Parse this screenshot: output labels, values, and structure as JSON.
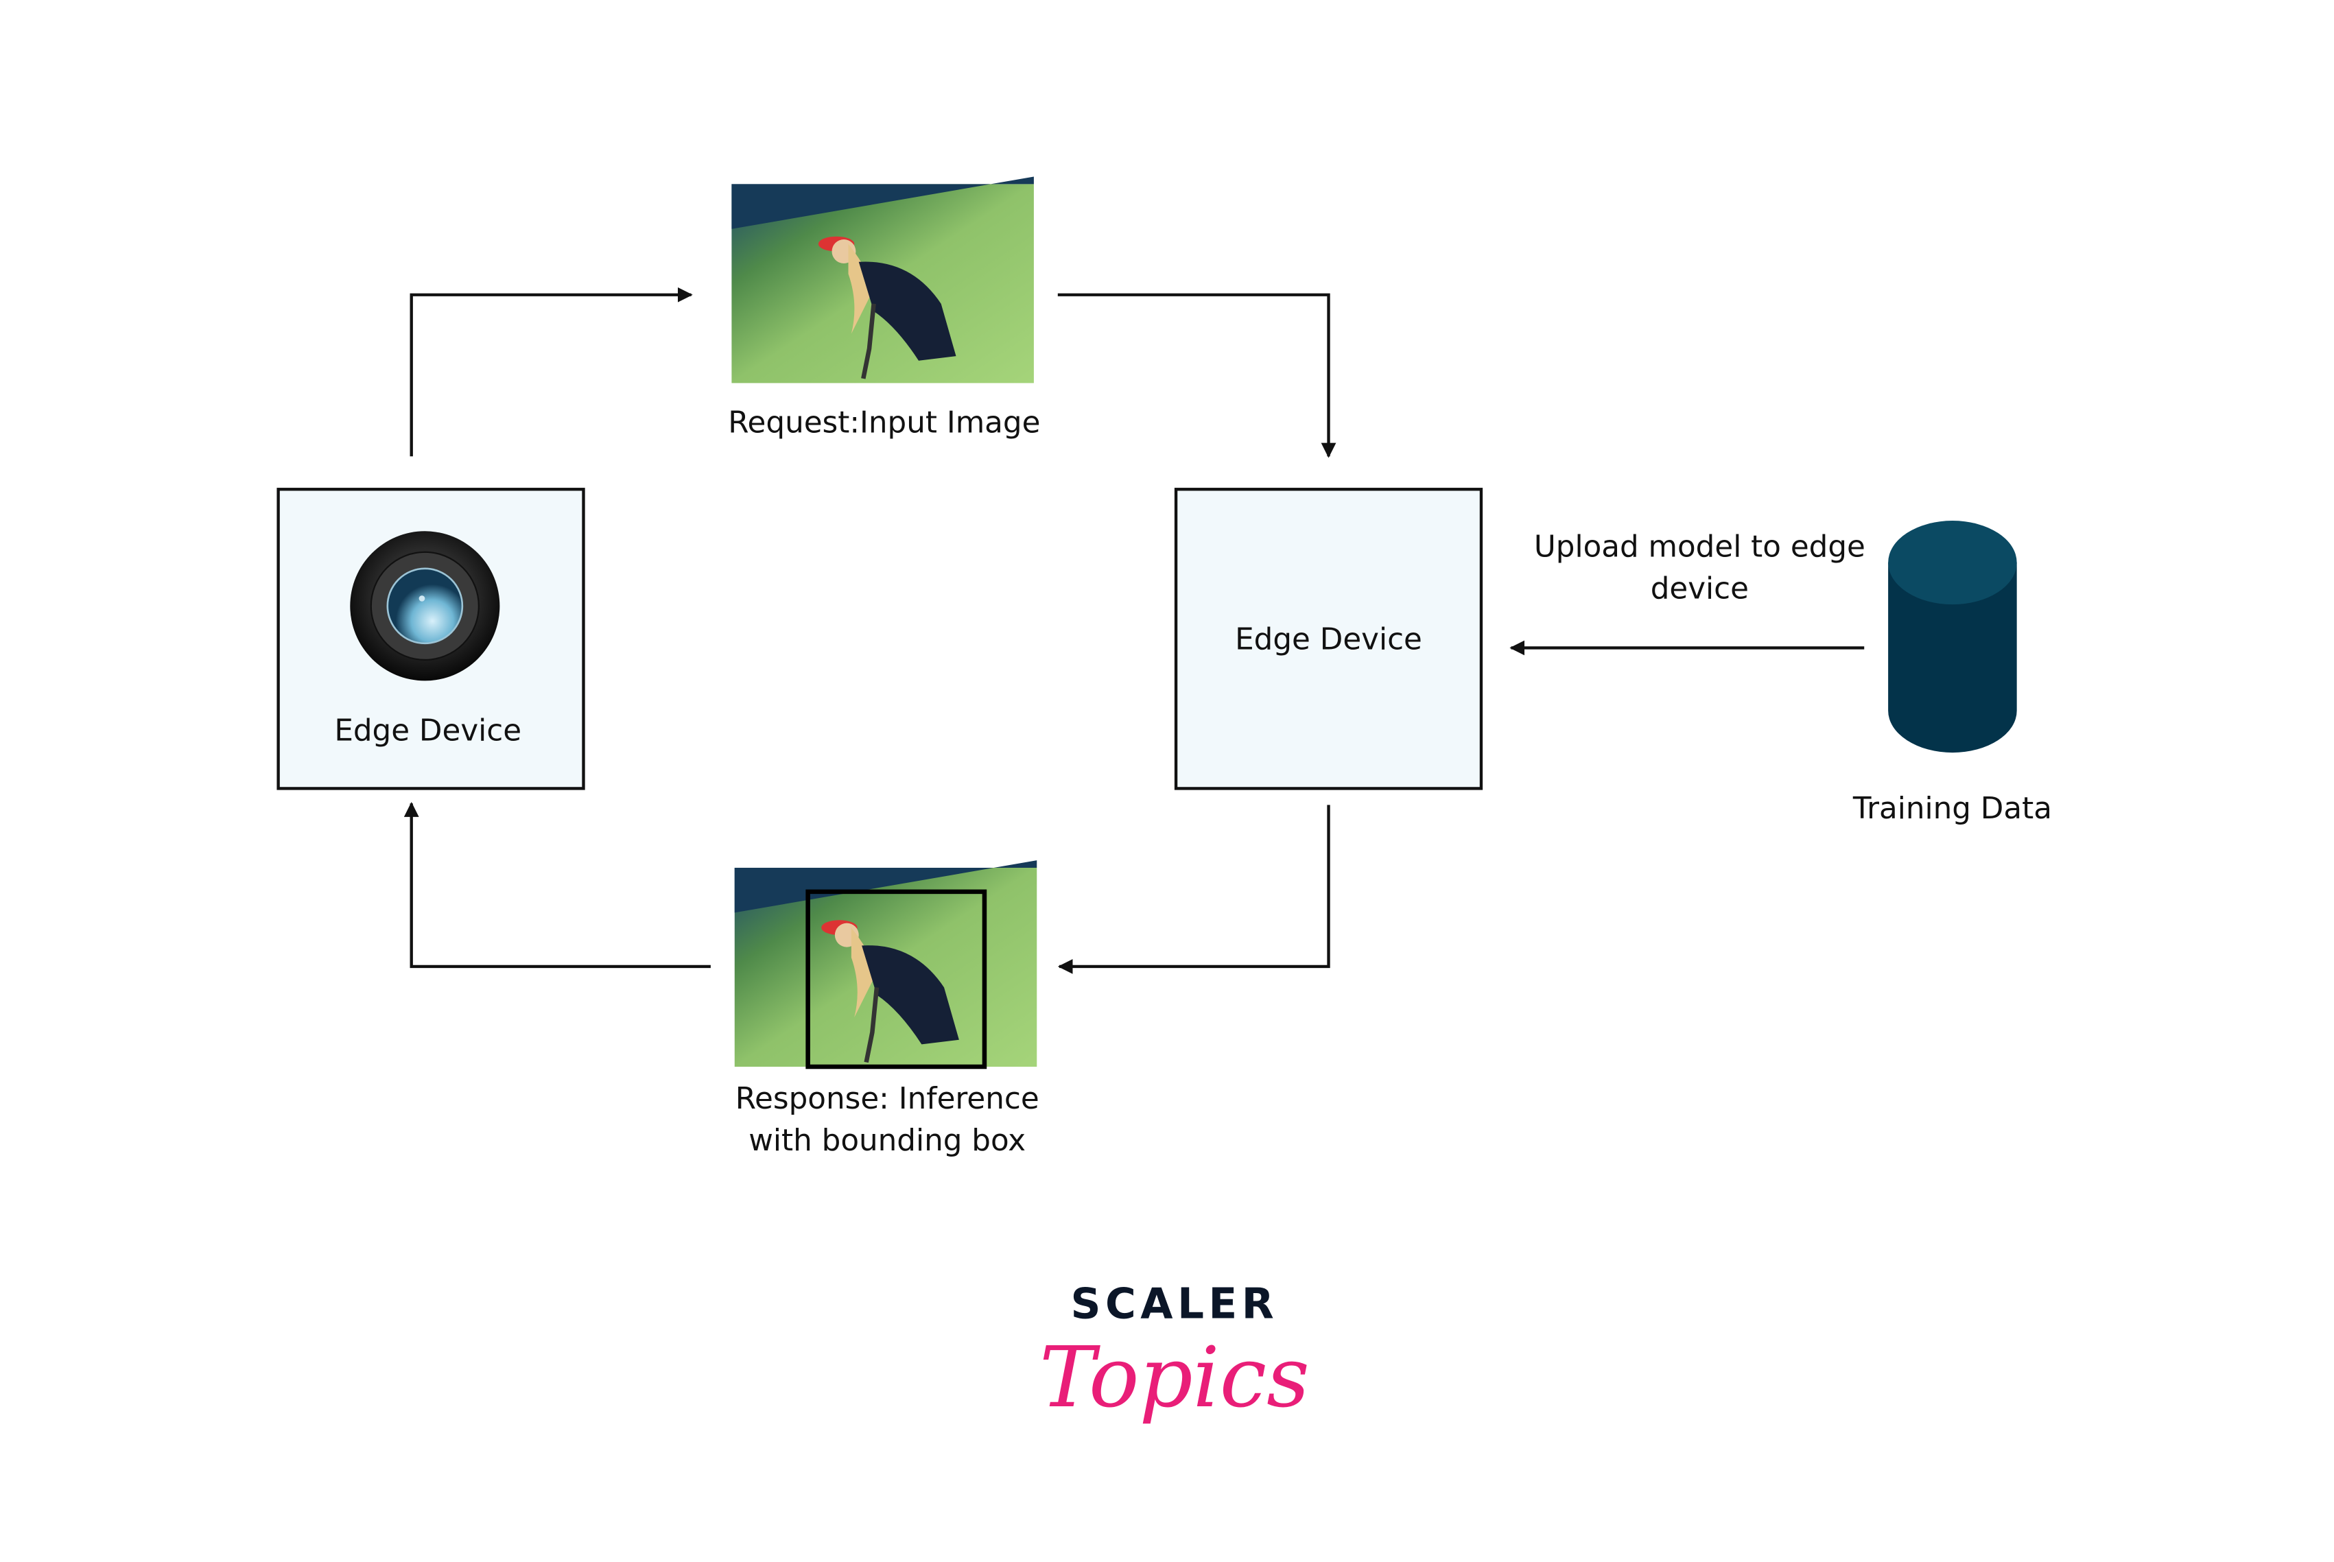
{
  "nodes": {
    "input_image_label": "Request:Input Image",
    "edge_device_camera_label": "Edge Device",
    "edge_device_label": "Edge Device",
    "upload_label_line1": "Upload model to edge",
    "upload_label_line2": "device",
    "training_data_label": "Training Data",
    "response_label_line1": "Response: Inference",
    "response_label_line2": "with bounding box"
  },
  "logo": {
    "brand": "SCALER",
    "sub": "Topics"
  },
  "colors": {
    "box_fill": "#f2f9fc",
    "cylinder": "#03334a",
    "cylinder_top": "#0b4a63",
    "logo_dark": "#0b1628",
    "logo_pink": "#e91e78"
  }
}
